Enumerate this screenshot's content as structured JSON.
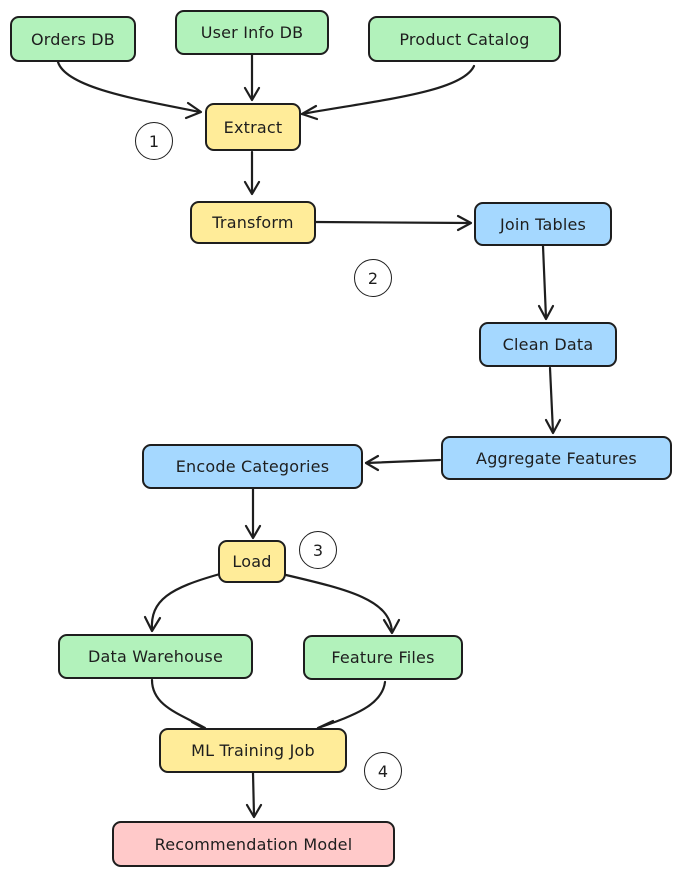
{
  "nodes": {
    "orders_db": "Orders DB",
    "user_info_db": "User Info DB",
    "product_catalog": "Product Catalog",
    "extract": "Extract",
    "transform": "Transform",
    "join_tables": "Join Tables",
    "clean_data": "Clean Data",
    "aggregate_features": "Aggregate Features",
    "encode_categories": "Encode Categories",
    "load": "Load",
    "data_warehouse": "Data Warehouse",
    "feature_files": "Feature Files",
    "ml_training_job": "ML Training Job",
    "recommendation_model": "Recommendation Model"
  },
  "steps": {
    "step1": "1",
    "step2": "2",
    "step3": "3",
    "step4": "4"
  },
  "colors": {
    "source": "#b2f2bb",
    "stage": "#ffec99",
    "transform_step": "#a5d8ff",
    "output": "#ffc9c9",
    "stroke": "#1e1e1e"
  }
}
